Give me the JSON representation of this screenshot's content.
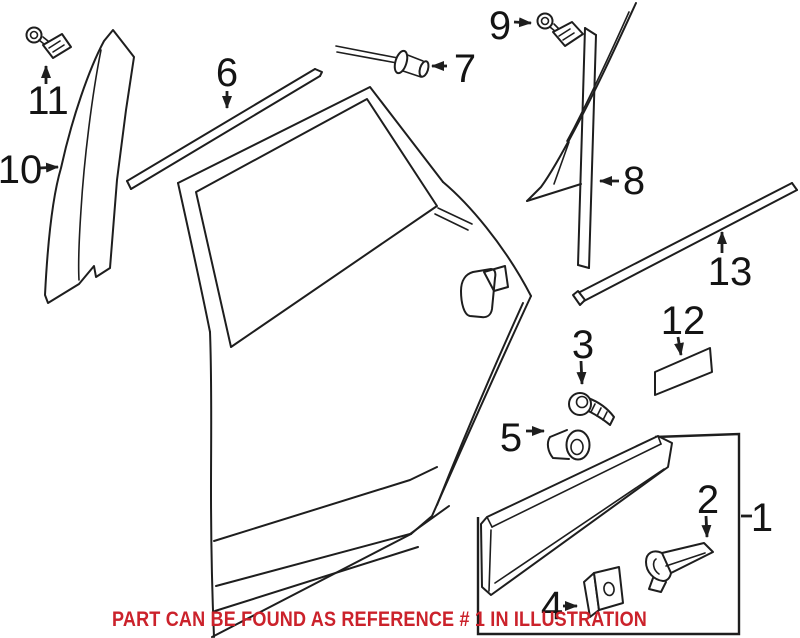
{
  "caption": {
    "text": "PART CAN BE FOUND AS REFERENCE # 1 IN ILLUSTRATION",
    "color": "#cb222b"
  },
  "colors": {
    "background": "#ffffff",
    "line": "#1e1e1e",
    "label": "#141414",
    "caption_red": "#cb222b"
  },
  "parts": {
    "p1": "1",
    "p2": "2",
    "p3": "3",
    "p4": "4",
    "p5": "5",
    "p6": "6",
    "p7": "7",
    "p8": "8",
    "p9": "9",
    "p10": "10",
    "p11": "11",
    "p12": "12",
    "p13": "13"
  }
}
